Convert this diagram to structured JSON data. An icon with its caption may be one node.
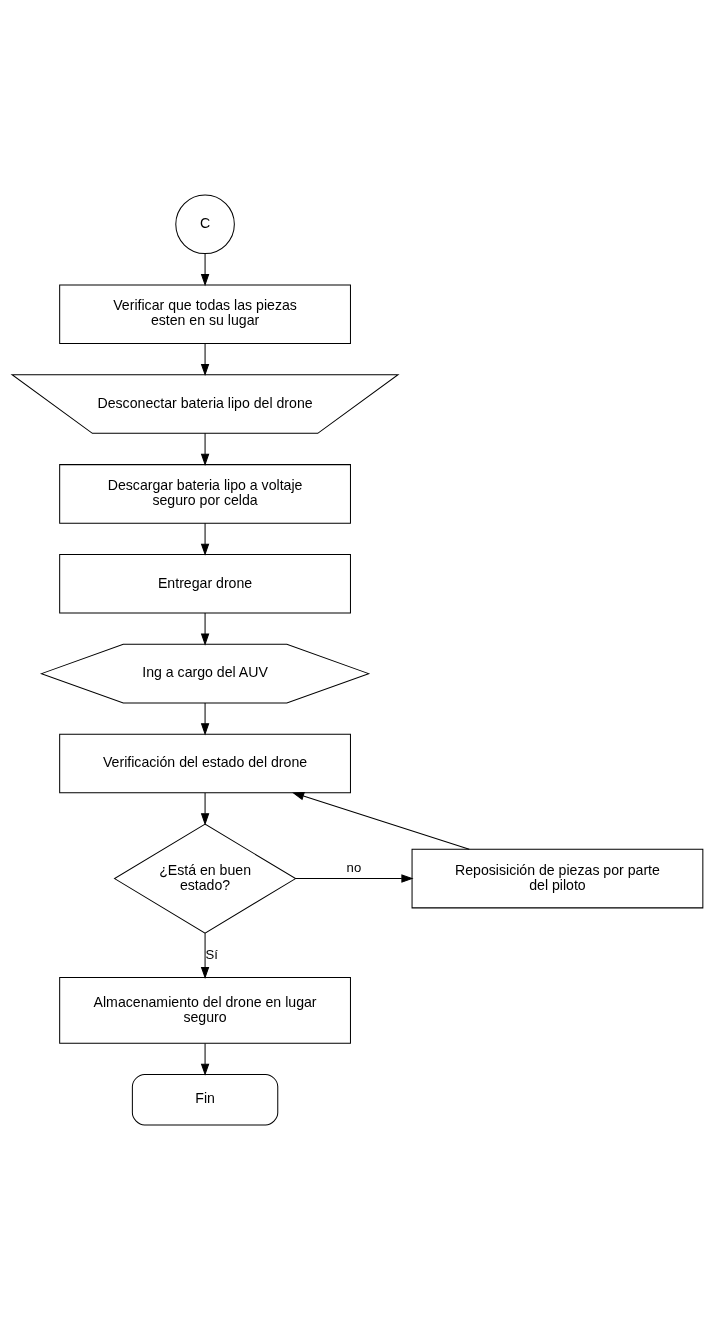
{
  "diagram": {
    "nodes": [
      {
        "text": [
          "C"
        ]
      },
      {
        "text": [
          "Verificar que todas las piezas esten en su lugar"
        ]
      },
      {
        "text": [
          "Desconectar bateria lipo del drone"
        ]
      },
      {
        "text": [
          "Descargar bateria lipo a voltaje seguro por celda"
        ]
      },
      {
        "text": [
          "Entregar drone"
        ]
      },
      {
        "text": [
          "Ing a cargo del AUV"
        ]
      },
      {
        "text": [
          "Verificación del estado del drone"
        ]
      },
      {
        "text": [
          "¿Está en buen estado?"
        ]
      },
      {
        "text": [
          "Reposisición de piezas por parte del piloto"
        ]
      },
      {
        "text": [
          "Almacenamiento del drone en lugar seguro"
        ]
      },
      {
        "text": [
          "Fin"
        ]
      }
    ],
    "edges": [
      {
        "from": 0,
        "to": 1,
        "arrow": "to"
      },
      {
        "from": 1,
        "to": 2,
        "arrow": "to"
      },
      {
        "from": 2,
        "to": 3,
        "arrow": "to"
      },
      {
        "from": 3,
        "to": 4,
        "arrow": "to"
      },
      {
        "from": 4,
        "to": 5,
        "arrow": "to"
      },
      {
        "from": 5,
        "to": 6,
        "arrow": "to"
      },
      {
        "from": 6,
        "to": 7,
        "arrow": "to"
      },
      {
        "from": 7,
        "to": 8,
        "arrow": "to",
        "label": "no"
      },
      {
        "from": 8,
        "to": 6,
        "arrow": "to"
      },
      {
        "from": 7,
        "to": 9,
        "arrow": "to",
        "label": "Sí"
      },
      {
        "from": 9,
        "to": 10,
        "arrow": "to"
      }
    ]
  }
}
